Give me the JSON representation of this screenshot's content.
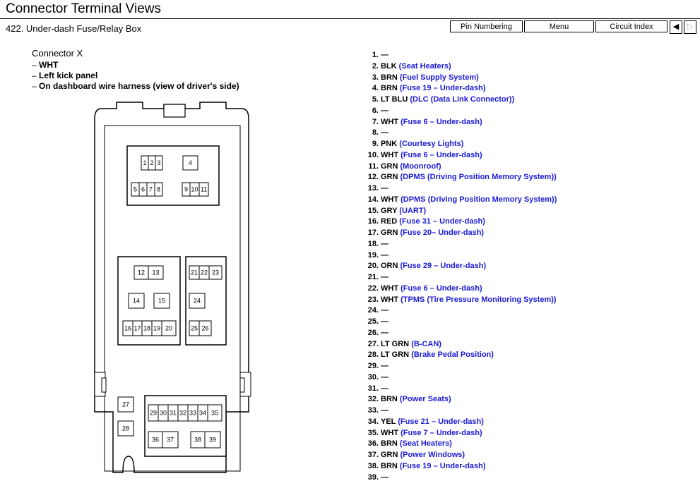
{
  "header": {
    "title": "Connector Terminal Views",
    "subtitle": "422. Under-dash Fuse/Relay Box",
    "nav": [
      "Pin Numbering",
      "Menu",
      "Circuit Index"
    ],
    "prev_icon": "triangle-left-icon",
    "next_icon": "triangle-right-icon"
  },
  "connector": {
    "name": "Connector X",
    "details": [
      "WHT",
      "Left kick panel",
      "On dashboard wire harness (view of driver's side)"
    ]
  },
  "pins": [
    {
      "num": "1.",
      "color": "—",
      "circuit": ""
    },
    {
      "num": "2.",
      "color": "BLK",
      "circuit": "(Seat Heaters)"
    },
    {
      "num": "3.",
      "color": "BRN",
      "circuit": "(Fuel Supply System)"
    },
    {
      "num": "4.",
      "color": "BRN",
      "circuit": "(Fuse 19 – Under-dash)"
    },
    {
      "num": "5.",
      "color": "LT BLU",
      "circuit": "(DLC (Data Link Connector))"
    },
    {
      "num": "6.",
      "color": "—",
      "circuit": ""
    },
    {
      "num": "7.",
      "color": "WHT",
      "circuit": "(Fuse 6 – Under-dash)"
    },
    {
      "num": "8.",
      "color": "—",
      "circuit": ""
    },
    {
      "num": "9.",
      "color": "PNK",
      "circuit": "(Courtesy Lights)"
    },
    {
      "num": "10.",
      "color": "WHT",
      "circuit": "(Fuse 6 – Under-dash)"
    },
    {
      "num": "11.",
      "color": "GRN",
      "circuit": "(Moonroof)"
    },
    {
      "num": "12.",
      "color": "GRN",
      "circuit": "(DPMS (Driving Position Memory System))"
    },
    {
      "num": "13.",
      "color": "—",
      "circuit": ""
    },
    {
      "num": "14.",
      "color": "WHT",
      "circuit": "(DPMS (Driving Position Memory System))"
    },
    {
      "num": "15.",
      "color": "GRY",
      "circuit": "(UART)"
    },
    {
      "num": "16.",
      "color": "RED",
      "circuit": "(Fuse 31 – Under-dash)"
    },
    {
      "num": "17.",
      "color": "GRN",
      "circuit": "(Fuse 20– Under-dash)"
    },
    {
      "num": "18.",
      "color": "—",
      "circuit": ""
    },
    {
      "num": "19.",
      "color": "—",
      "circuit": ""
    },
    {
      "num": "20.",
      "color": "ORN",
      "circuit": "(Fuse 29 – Under-dash)"
    },
    {
      "num": "21.",
      "color": "—",
      "circuit": ""
    },
    {
      "num": "22.",
      "color": "WHT",
      "circuit": "(Fuse 6 – Under-dash)"
    },
    {
      "num": "23.",
      "color": "WHT",
      "circuit": "(TPMS (Tire Pressure Monitoring System))"
    },
    {
      "num": "24.",
      "color": "—",
      "circuit": ""
    },
    {
      "num": "25.",
      "color": "—",
      "circuit": ""
    },
    {
      "num": "26.",
      "color": "—",
      "circuit": ""
    },
    {
      "num": "27.",
      "color": "LT GRN",
      "circuit": "(B-CAN)"
    },
    {
      "num": "28.",
      "color": "LT GRN",
      "circuit": "(Brake Pedal Position)"
    },
    {
      "num": "29.",
      "color": "—",
      "circuit": ""
    },
    {
      "num": "30.",
      "color": "—",
      "circuit": ""
    },
    {
      "num": "31.",
      "color": "—",
      "circuit": ""
    },
    {
      "num": "32.",
      "color": "BRN",
      "circuit": "(Power Seats)"
    },
    {
      "num": "33.",
      "color": "—",
      "circuit": ""
    },
    {
      "num": "34.",
      "color": "YEL",
      "circuit": "(Fuse 21 – Under-dash)"
    },
    {
      "num": "35.",
      "color": "WHT",
      "circuit": "(Fuse 7 – Under-dash)"
    },
    {
      "num": "36.",
      "color": "BRN",
      "circuit": "(Seat Heaters)"
    },
    {
      "num": "37.",
      "color": "GRN",
      "circuit": "(Power Windows)"
    },
    {
      "num": "38.",
      "color": "BRN",
      "circuit": "(Fuse 19 – Under-dash)"
    },
    {
      "num": "39.",
      "color": "—",
      "circuit": ""
    }
  ],
  "diagram": {
    "cavities": [
      "1",
      "2",
      "3",
      "4",
      "5",
      "6",
      "7",
      "8",
      "9",
      "10",
      "11",
      "12",
      "13",
      "14",
      "15",
      "16",
      "17",
      "18",
      "19",
      "20",
      "21",
      "22",
      "23",
      "24",
      "25",
      "26",
      "27",
      "28",
      "29",
      "30",
      "31",
      "32",
      "33",
      "34",
      "35",
      "36",
      "37",
      "38",
      "39"
    ]
  },
  "colors": {
    "link": "#1a1ad8",
    "text": "#000000",
    "background": "#ffffff"
  }
}
